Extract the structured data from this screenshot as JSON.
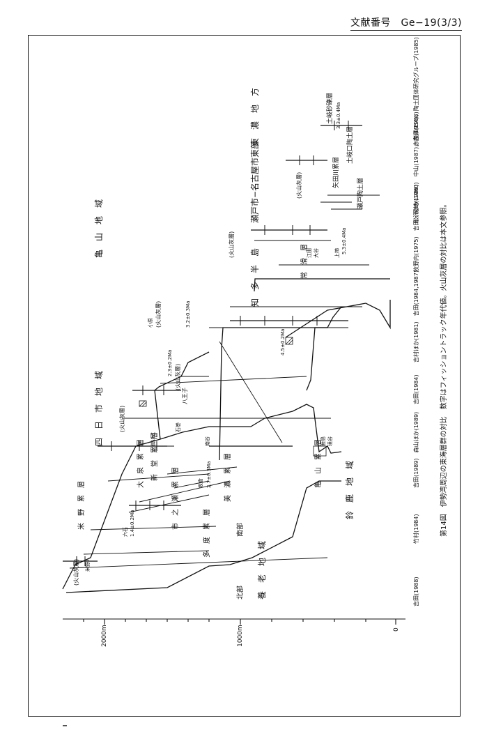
{
  "header": {
    "document_number": "文献番号　Ge−19(3/3)"
  },
  "figure": {
    "caption": "第14図　伊勢湾周辺の東海層群の対比　数字はフィッショントラック年代値。火山灰層の対比は本文参照。",
    "axis": {
      "ticks": [
        "2000m",
        "1000m",
        "0"
      ]
    },
    "regions": {
      "yoro": "養　老　地　域",
      "suzuka": "鈴　鹿　地　域",
      "yokkaichi": "四　日　市　地　域",
      "kameyama": "亀　山　地　域",
      "chita": "知　多　半　島",
      "seto": "瀬戸市−名古屋市東部",
      "tono": "東　濃　地　方",
      "hokubu": "北部",
      "nanbu": "南部"
    },
    "formations": {
      "komono": "米　野　累　層",
      "oizumi": "大　泉　累　層",
      "ichinose": "市　之　瀬　累　層",
      "tado": "多　度　累　層",
      "shindo": "新　堂　累　層",
      "mizuho": "美　濃　累　層",
      "kameyama_f": "亀　山　累　層",
      "tokoname": "常　滑　層",
      "yada": "矢田川累層",
      "seto_clay": "瀬戸陶土層",
      "toki": "土岐砂礫層",
      "toki_clay": "土岐口陶土層"
    },
    "ash_label": "(火山灰層)",
    "labels": {
      "komono_ash": "米野Ⅱ",
      "kohara": "小原",
      "rokkaku": "六石",
      "hokobu": "鉾ほこ",
      "ishinomaki": "石巻",
      "sakakura": "坂倉",
      "minami": "南谷",
      "hachioji": "八王子",
      "kashima": "鹿島",
      "sakai": "境谷",
      "ageki": "上柿",
      "eda": "江田",
      "ohtani": "大谷",
      "ft1": "1.4±0.2Ma",
      "ft2": "2.7±0.3Ma",
      "ft3": "2.3±0.2Ma",
      "ft4": "3.2±0.3Ma",
      "ft5": "4.5±0.2Ma",
      "ft6": "5.3±0.4Ma",
      "ft7": "3.3±0.4Ma"
    },
    "references": [
      "吉田(1988)",
      "竹村(1984)",
      "吉田(1989)　森山ほか(1989)",
      "吉田(1984)",
      "吉村ほか(1981)　吉田(1984,1987)",
      "牧野内(1975)　吉田・尾崎(1986)",
      "松沢ほか(1960)　中山(1987)，古澤(1988)",
      "赤嶺(1954)，陶土団体研究グループ(1985)"
    ]
  }
}
